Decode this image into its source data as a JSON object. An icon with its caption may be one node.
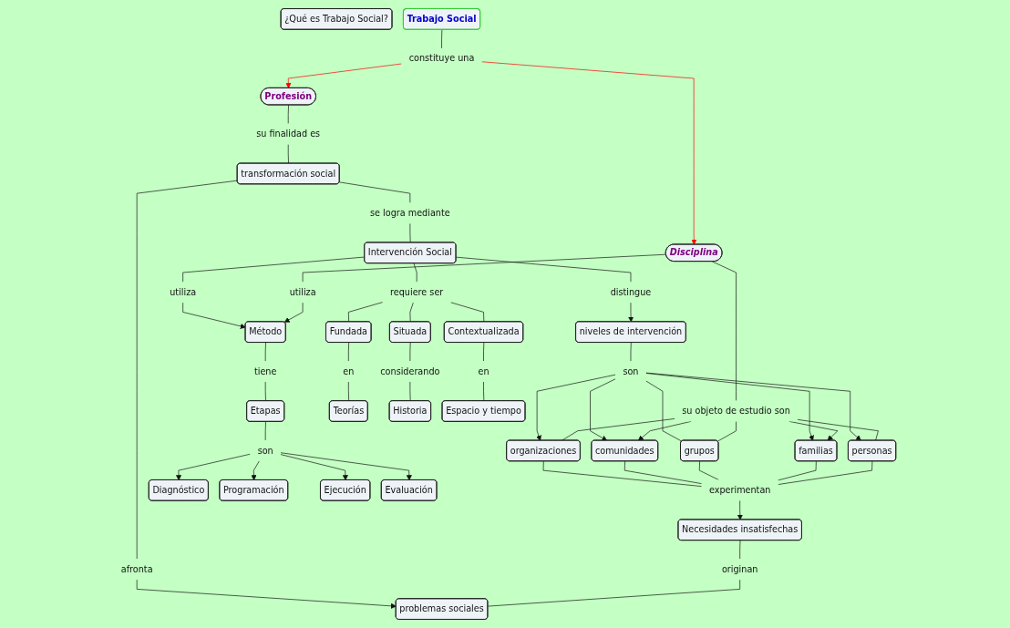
{
  "diagram": {
    "nodes": [
      {
        "text": [
          "¿Qué es Trabajo Social?"
        ]
      },
      {
        "text": [
          "Trabajo Social"
        ]
      },
      {
        "text": [
          "constituye una"
        ]
      },
      {
        "text": [
          "Disciplina"
        ]
      },
      {
        "text": [
          "Profesión"
        ]
      },
      {
        "text": [
          "utiliza"
        ]
      },
      {
        "text": [
          "su objeto de estudio son"
        ]
      },
      {
        "text": [
          "su finalidad es"
        ]
      },
      {
        "text": [
          "Necesidades insatisfechas"
        ]
      },
      {
        "text": [
          "personas"
        ]
      },
      {
        "text": [
          "originan"
        ]
      },
      {
        "text": [
          "transformación social"
        ]
      },
      {
        "text": [
          "familias"
        ]
      },
      {
        "text": [
          "experimentan"
        ]
      },
      {
        "text": [
          "afronta"
        ]
      },
      {
        "text": [
          "problemas sociales"
        ]
      },
      {
        "text": [
          "grupos"
        ]
      },
      {
        "text": [
          "se logra mediante"
        ]
      },
      {
        "text": [
          "comunidades"
        ]
      },
      {
        "text": [
          "organizaciones"
        ]
      },
      {
        "text": [
          "son"
        ]
      },
      {
        "text": [
          "distingue"
        ]
      },
      {
        "text": [
          "niveles de intervención"
        ]
      },
      {
        "text": [
          "Intervención Social"
        ]
      },
      {
        "text": [
          "utiliza"
        ]
      },
      {
        "text": [
          "requiere ser"
        ]
      },
      {
        "text": [
          "Método"
        ]
      },
      {
        "text": [
          "Diagnóstico"
        ]
      },
      {
        "text": [
          "tiene"
        ]
      },
      {
        "text": [
          "Programación"
        ]
      },
      {
        "text": [
          "Fundada"
        ]
      },
      {
        "text": [
          "Situada"
        ]
      },
      {
        "text": [
          "Contextualizada"
        ]
      },
      {
        "text": [
          "Ejecución"
        ]
      },
      {
        "text": [
          "Etapas"
        ]
      },
      {
        "text": [
          "son"
        ]
      },
      {
        "text": [
          "en"
        ]
      },
      {
        "text": [
          "considerando"
        ]
      },
      {
        "text": [
          "en"
        ]
      },
      {
        "text": [
          "Evaluación"
        ]
      },
      {
        "text": [
          "Teorías"
        ]
      },
      {
        "text": [
          "Historia"
        ]
      },
      {
        "text": [
          "Espacio y tiempo"
        ]
      }
    ],
    "edges": [
      {
        "from": 1,
        "to": 2,
        "arrow": "none"
      },
      {
        "from": 2,
        "to": 3,
        "arrow": "to",
        "color": "#ff0000"
      },
      {
        "from": 2,
        "to": 4,
        "arrow": "to",
        "color": "#ff0000"
      },
      {
        "from": 3,
        "to": 5,
        "arrow": "none"
      },
      {
        "from": 5,
        "to": 26,
        "arrow": "to"
      },
      {
        "from": 3,
        "to": 6,
        "arrow": "none"
      },
      {
        "from": 6,
        "to": 9,
        "arrow": "none"
      },
      {
        "from": 6,
        "to": 12,
        "arrow": "to"
      },
      {
        "from": 6,
        "to": 16,
        "arrow": "none"
      },
      {
        "from": 6,
        "to": 18,
        "arrow": "to"
      },
      {
        "from": 6,
        "to": 19,
        "arrow": "none"
      },
      {
        "from": 9,
        "to": 13,
        "arrow": "none"
      },
      {
        "from": 12,
        "to": 13,
        "arrow": "none"
      },
      {
        "from": 16,
        "to": 13,
        "arrow": "none"
      },
      {
        "from": 18,
        "to": 13,
        "arrow": "none"
      },
      {
        "from": 19,
        "to": 13,
        "arrow": "none"
      },
      {
        "from": 13,
        "to": 8,
        "arrow": "to"
      },
      {
        "from": 8,
        "to": 10,
        "arrow": "none"
      },
      {
        "from": 10,
        "to": 15,
        "arrow": "none"
      },
      {
        "from": 4,
        "to": 7,
        "arrow": "none"
      },
      {
        "from": 7,
        "to": 11,
        "arrow": "none"
      },
      {
        "from": 11,
        "to": 14,
        "arrow": "none"
      },
      {
        "from": 14,
        "to": 15,
        "arrow": "to"
      },
      {
        "from": 11,
        "to": 17,
        "arrow": "none"
      },
      {
        "from": 17,
        "to": 23,
        "arrow": "none"
      },
      {
        "from": 23,
        "to": 21,
        "arrow": "none"
      },
      {
        "from": 21,
        "to": 22,
        "arrow": "to"
      },
      {
        "from": 22,
        "to": 20,
        "arrow": "none"
      },
      {
        "from": 20,
        "to": 9,
        "arrow": "to"
      },
      {
        "from": 20,
        "to": 12,
        "arrow": "to"
      },
      {
        "from": 20,
        "to": 16,
        "arrow": "none"
      },
      {
        "from": 20,
        "to": 18,
        "arrow": "to"
      },
      {
        "from": 20,
        "to": 19,
        "arrow": "to"
      },
      {
        "from": 23,
        "to": 24,
        "arrow": "none"
      },
      {
        "from": 24,
        "to": 26,
        "arrow": "to"
      },
      {
        "from": 26,
        "to": 28,
        "arrow": "none"
      },
      {
        "from": 28,
        "to": 34,
        "arrow": "none"
      },
      {
        "from": 34,
        "to": 35,
        "arrow": "none"
      },
      {
        "from": 35,
        "to": 27,
        "arrow": "to"
      },
      {
        "from": 35,
        "to": 29,
        "arrow": "to"
      },
      {
        "from": 35,
        "to": 33,
        "arrow": "to"
      },
      {
        "from": 35,
        "to": 39,
        "arrow": "to"
      },
      {
        "from": 23,
        "to": 25,
        "arrow": "none"
      },
      {
        "from": 25,
        "to": 30,
        "arrow": "none"
      },
      {
        "from": 25,
        "to": 31,
        "arrow": "none"
      },
      {
        "from": 25,
        "to": 32,
        "arrow": "none"
      },
      {
        "from": 30,
        "to": 36,
        "arrow": "none"
      },
      {
        "from": 36,
        "to": 40,
        "arrow": "none"
      },
      {
        "from": 31,
        "to": 37,
        "arrow": "none"
      },
      {
        "from": 37,
        "to": 41,
        "arrow": "none"
      },
      {
        "from": 32,
        "to": 38,
        "arrow": "none"
      },
      {
        "from": 38,
        "to": 42,
        "arrow": "none"
      }
    ]
  }
}
